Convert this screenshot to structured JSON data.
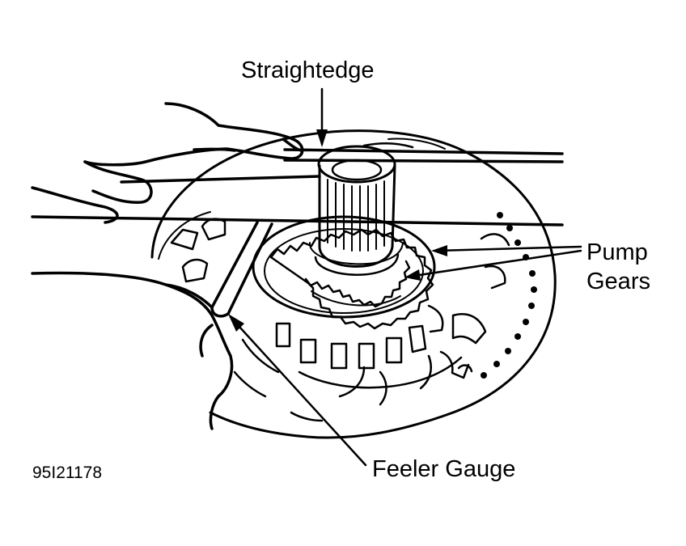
{
  "labels": {
    "straightedge": "Straightedge",
    "pump_line1": "Pump",
    "pump_line2": "Gears",
    "feeler_gauge": "Feeler Gauge",
    "figure_id": "95I21178"
  },
  "colors": {
    "ink": "#000000",
    "paper": "#ffffff"
  }
}
